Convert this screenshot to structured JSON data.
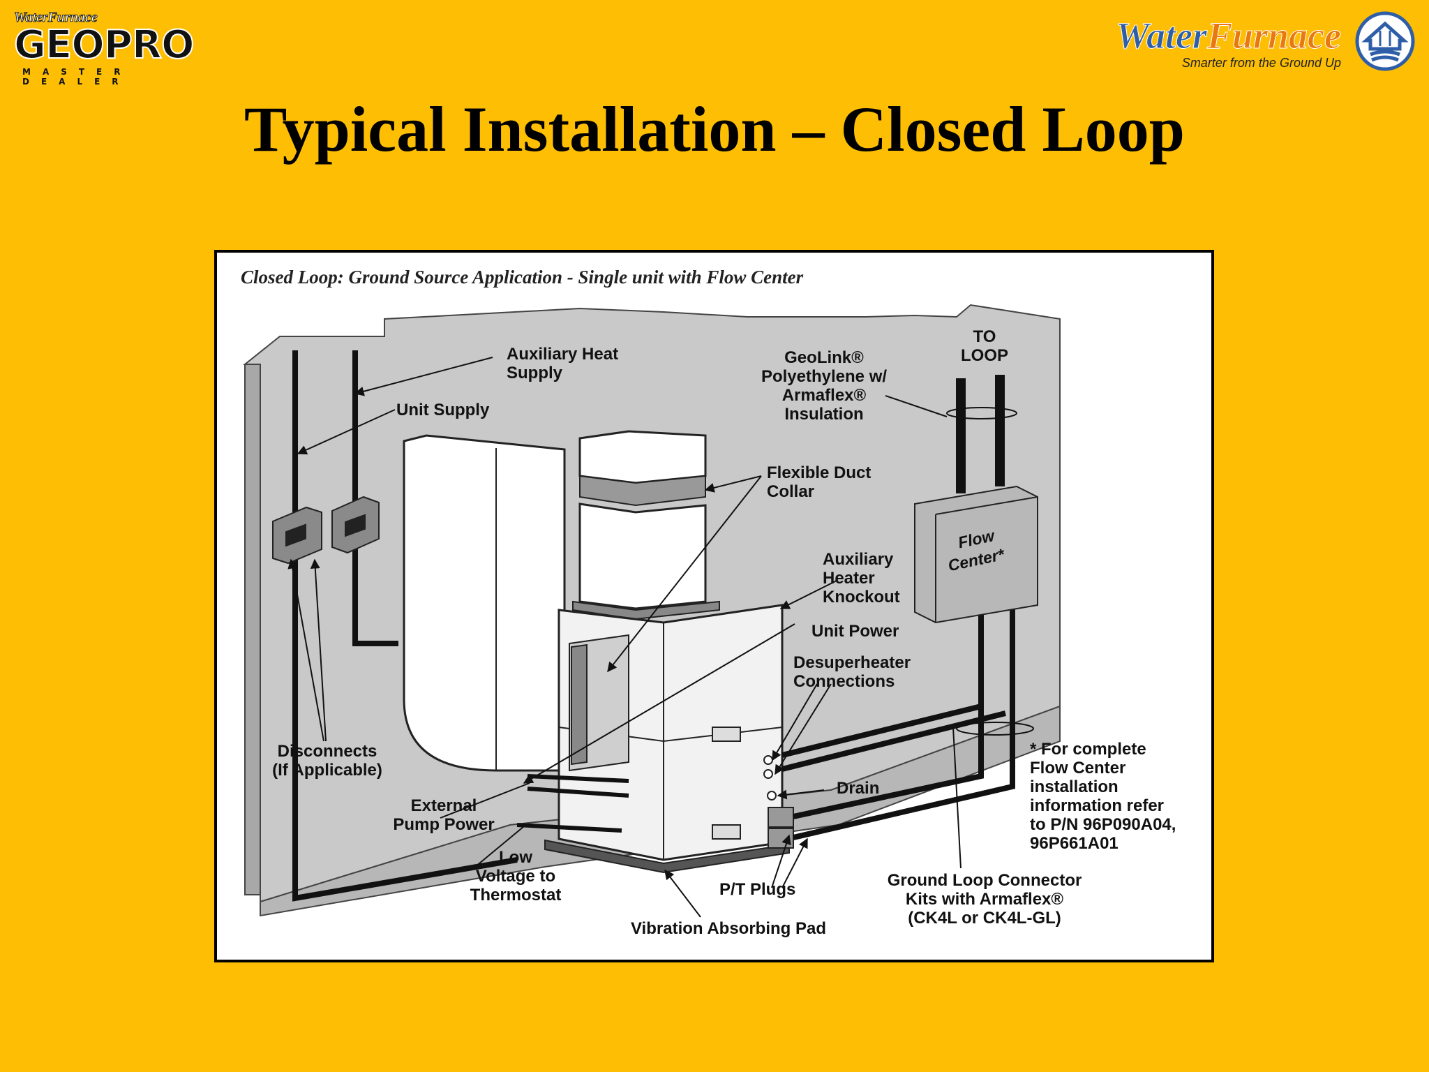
{
  "logos": {
    "left_brand_small": "WaterFurnace",
    "left_brand_main": "GEOPRO",
    "left_brand_sub": "MASTER DEALER",
    "right_brand_water": "Water",
    "right_brand_furnace": "Furnace",
    "right_tagline": "Smarter from the Ground Up"
  },
  "title": "Typical Installation – Closed Loop",
  "diagram": {
    "caption": "Closed Loop:  Ground Source Application - Single unit with Flow Center",
    "labels": {
      "aux_heat_supply": [
        "Auxiliary Heat",
        "Supply"
      ],
      "unit_supply": "Unit Supply",
      "geolink": [
        "GeoLink®",
        "Polyethylene w/",
        "Armaflex®",
        "Insulation"
      ],
      "to_loop": [
        "TO",
        "LOOP"
      ],
      "flexible_duct_collar": [
        "Flexible Duct",
        "Collar"
      ],
      "flow_center": [
        "Flow",
        "Center*"
      ],
      "aux_heater_knockout": [
        "Auxiliary",
        "Heater",
        "Knockout"
      ],
      "unit_power": "Unit Power",
      "desuperheater": [
        "Desuperheater",
        "Connections"
      ],
      "disconnects": [
        "Disconnects",
        "(If Applicable)"
      ],
      "drain": "Drain",
      "external_pump_power": [
        "External",
        "Pump Power"
      ],
      "footnote": [
        "* For complete",
        "Flow Center",
        "installation",
        "information refer",
        "to P/N 96P090A04,",
        "96P661A01"
      ],
      "low_voltage": [
        "Low",
        "Voltage to",
        "Thermostat"
      ],
      "pt_plugs": "P/T Plugs",
      "ground_loop": [
        "Ground Loop Connector",
        "Kits with Armaflex®",
        "(CK4L or CK4L-GL)"
      ],
      "vibration_pad": "Vibration Absorbing Pad"
    }
  },
  "colors": {
    "background": "#FDBE04",
    "wall": "#c9c9c9",
    "wall_dark": "#a8a8a8"
  }
}
